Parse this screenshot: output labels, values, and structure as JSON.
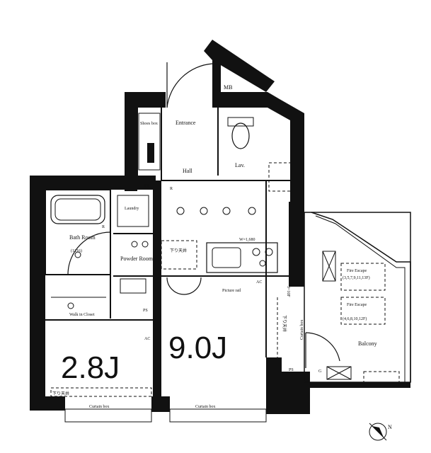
{
  "rooms": {
    "entrance": "Entrance",
    "shoes_box": "Shoes box",
    "hall": "Hall",
    "lav": "Lav.",
    "laundry": "Laundry",
    "bath_room": "Bath Room",
    "bath_size": "(1216)",
    "powder_room": "Powder Room",
    "walk_in_closet": "Walk in Closet",
    "balcony": "Balcony",
    "mb": "MB"
  },
  "sizes": {
    "western_room": "2.8J",
    "main_room": "9.0J"
  },
  "labels": {
    "ps": "PS",
    "r": "R",
    "ac": "AC",
    "g": "G",
    "picture_rail": "Picture rail",
    "curtain_box": "Curtain box",
    "curtain_box_vertical": "Curtain box",
    "lowered_ceiling": "下り天井",
    "width_note": "W=1,680",
    "fire_escape_1": "Fire Escape",
    "fire_escape_1_floors": "(3,5,7,9,11,13F)",
    "fire_escape_2": "Fire Escape",
    "fire_escape_2_floors": "(4,6,8,10,12F)",
    "floor_mark": "3~10F",
    "north": "N"
  }
}
